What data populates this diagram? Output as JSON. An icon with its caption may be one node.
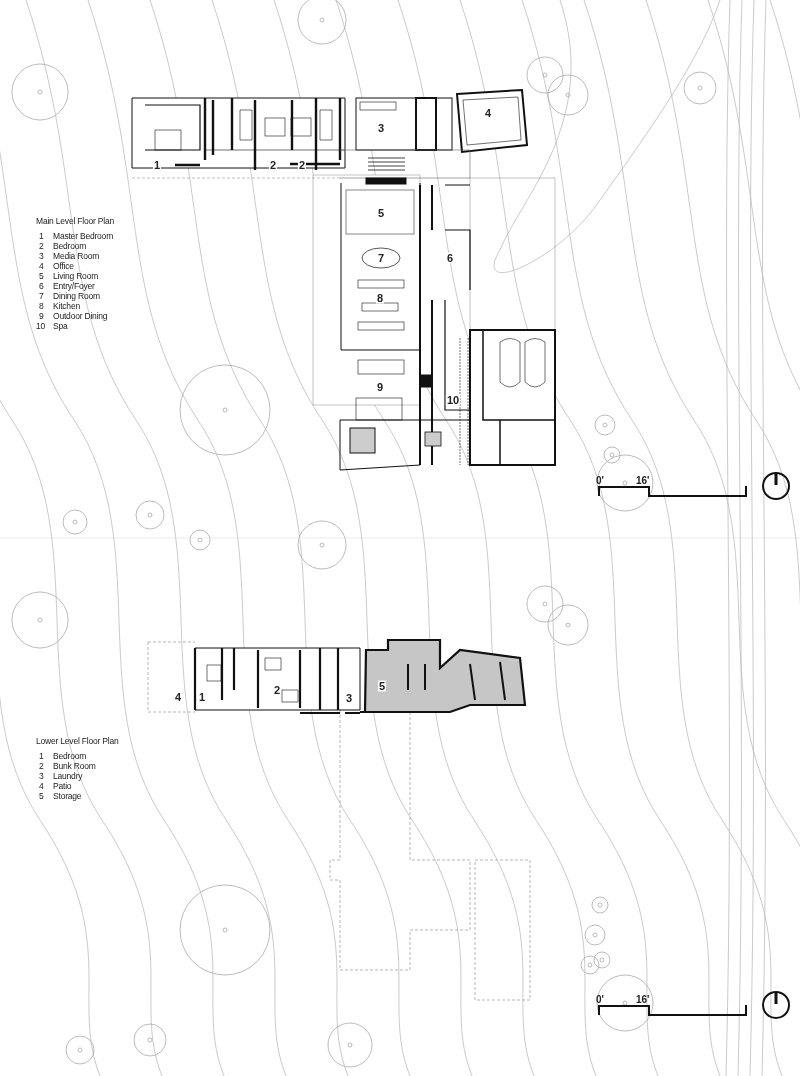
{
  "diagram": {
    "labels": [
      "1",
      "2",
      "2",
      "3",
      "4",
      "Main Level Floor Plan",
      "1",
      "Master Bedroom",
      "2",
      "Bedroom",
      "3",
      "Media Room",
      "4",
      "Office",
      "5",
      "Living Room",
      "6",
      "Entry/Foyer",
      "7",
      "Dining Room",
      "8",
      "Kitchen",
      "9",
      "Outdoor Dining",
      "10",
      "Spa",
      "5",
      "7",
      "6",
      "8",
      "9",
      "10",
      "0'",
      "16'",
      "2",
      "4",
      "1",
      "3",
      "5",
      "Lower Level Floor Plan",
      "1",
      "Bedroom",
      "2",
      "Bunk Room",
      "3",
      "Laundry",
      "4",
      "Patio",
      "5",
      "Storage",
      "0'",
      "16'"
    ]
  }
}
